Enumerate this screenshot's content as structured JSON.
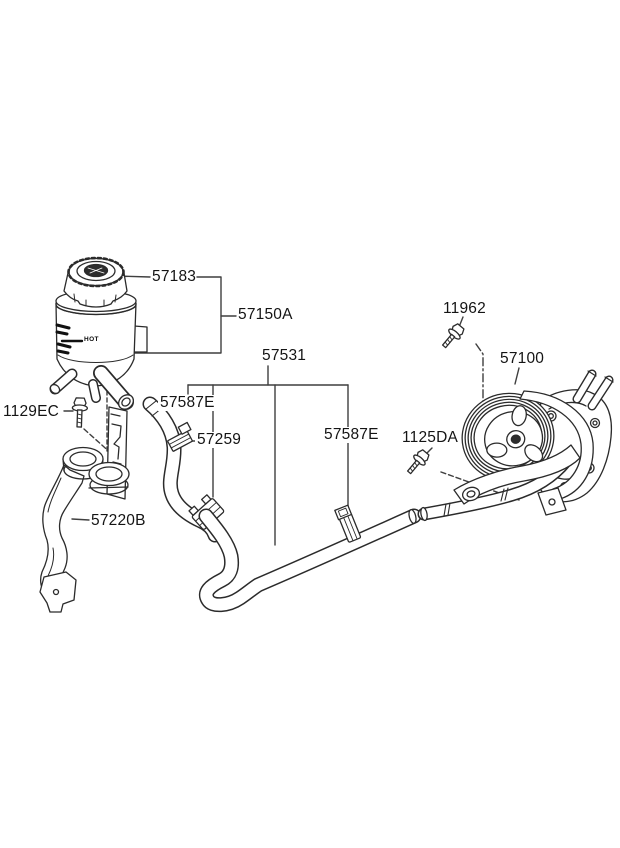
{
  "diagram": {
    "parts": [
      {
        "code": "57183"
      },
      {
        "code": "57150A"
      },
      {
        "code": "57531"
      },
      {
        "code": "1129EC"
      },
      {
        "code": "57587E"
      },
      {
        "code": "57259"
      },
      {
        "code": "57220B"
      },
      {
        "code": "57587E"
      },
      {
        "code": "1125DA"
      },
      {
        "code": "11962"
      },
      {
        "code": "57100"
      }
    ],
    "reservoir_hot_label": "HOT",
    "line_color": "#3a3a3a",
    "art_color": "#2b2b2b"
  }
}
